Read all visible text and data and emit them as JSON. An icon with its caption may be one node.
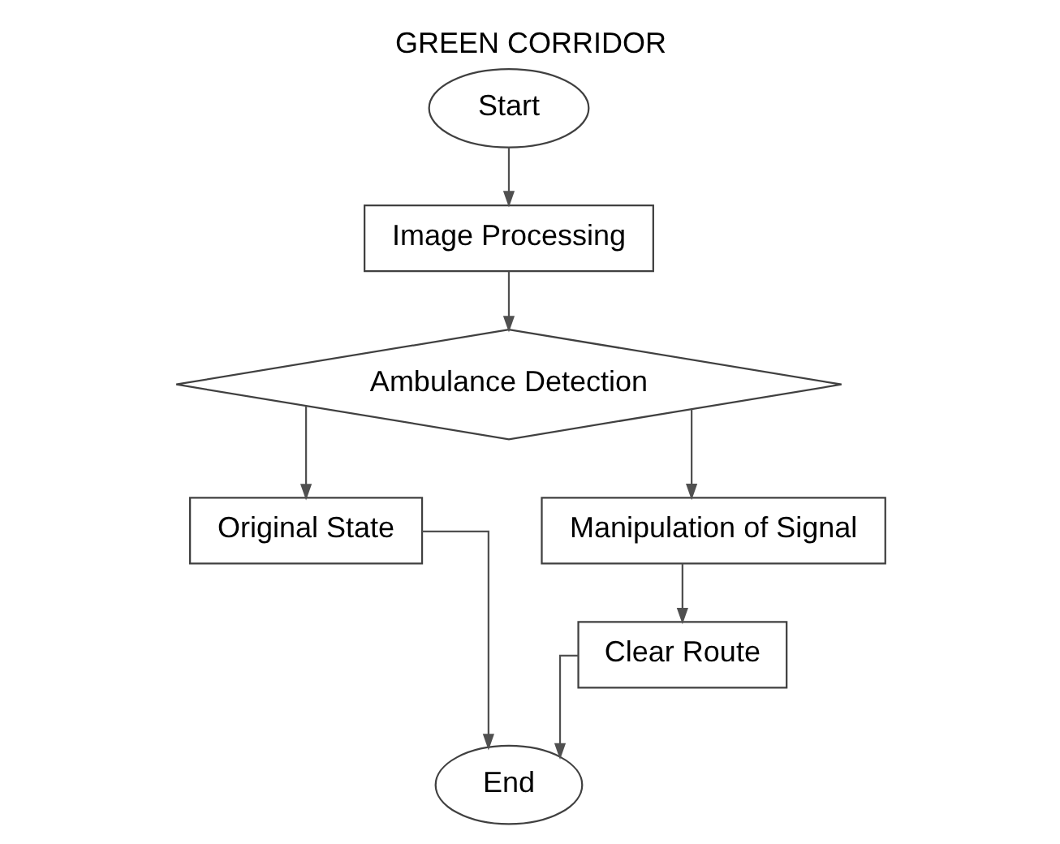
{
  "diagram": {
    "title": "GREEN CORRIDOR",
    "nodes": [
      {
        "text": [
          "Start"
        ]
      },
      {
        "text": [
          "Image Processing"
        ]
      },
      {
        "text": [
          "Ambulance Detection"
        ]
      },
      {
        "text": [
          "Original State"
        ]
      },
      {
        "text": [
          "Manipulation of Signal"
        ]
      },
      {
        "text": [
          "Clear Route"
        ]
      },
      {
        "text": [
          "End"
        ]
      }
    ],
    "edges": [
      {
        "from": 0,
        "to": 1,
        "arrow": "to"
      },
      {
        "from": 1,
        "to": 2,
        "arrow": "to"
      },
      {
        "from": 2,
        "to": 3,
        "arrow": "to"
      },
      {
        "from": 2,
        "to": 4,
        "arrow": "to"
      },
      {
        "from": 4,
        "to": 5,
        "arrow": "to"
      },
      {
        "from": 3,
        "to": 6,
        "arrow": "to"
      },
      {
        "from": 5,
        "to": 6,
        "arrow": "to"
      }
    ]
  }
}
